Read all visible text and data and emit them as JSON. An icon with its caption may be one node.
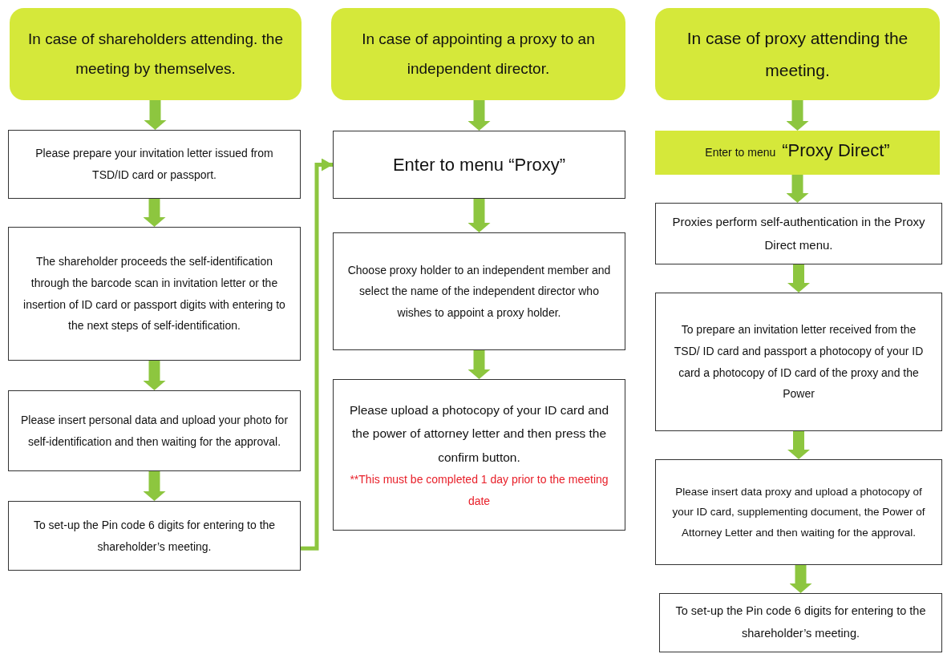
{
  "diagram": {
    "nodes": [
      {
        "text": [
          "In case of shareholders attending. the meeting by themselves."
        ]
      },
      {
        "text": [
          "Please prepare your invitation letter issued from TSD/ID card or passport."
        ]
      },
      {
        "text": [
          "The shareholder proceeds the self-identification through the barcode scan in invitation letter or the insertion of ID card or passport digits with entering to the next steps of self-identification."
        ]
      },
      {
        "text": [
          "Please insert personal data and upload your photo for self-identification and then waiting for the approval."
        ]
      },
      {
        "text": [
          "To set-up the Pin code 6 digits for entering to the shareholder’s meeting."
        ]
      },
      {
        "text": [
          "In case of appointing a proxy to an independent director."
        ]
      },
      {
        "text": [
          "Enter to menu “Proxy”"
        ]
      },
      {
        "text": [
          "Choose proxy holder to an independent member and select the name of the independent director who wishes to appoint a proxy holder."
        ]
      },
      {
        "text": [
          "Please upload a photocopy of your ID card and the power of attorney letter and then press the confirm button.",
          "**This must be completed 1 day prior to the meeting date"
        ]
      },
      {
        "text": [
          "In case of proxy attending the meeting."
        ]
      },
      {
        "text": [
          "Enter to menu",
          "“Proxy Direct”"
        ]
      },
      {
        "text": [
          "Proxies perform self-authentication in the Proxy Direct menu."
        ]
      },
      {
        "text": [
          "To prepare an invitation letter received from the TSD/ ID card and passport a photocopy of your ID card a photocopy of ID card of the proxy and the Power"
        ]
      },
      {
        "text": [
          "Please insert data proxy and upload a photocopy of your ID card, supplementing document, the Power of Attorney Letter and then waiting for the approval."
        ]
      },
      {
        "text": [
          "To set-up the Pin code 6 digits for entering to the shareholder’s meeting."
        ]
      }
    ],
    "edges": [
      {
        "from": 0,
        "to": 1,
        "arrow": "to"
      },
      {
        "from": 1,
        "to": 2,
        "arrow": "to"
      },
      {
        "from": 2,
        "to": 3,
        "arrow": "to"
      },
      {
        "from": 3,
        "to": 4,
        "arrow": "to"
      },
      {
        "from": 4,
        "to": 6,
        "arrow": "to"
      },
      {
        "from": 5,
        "to": 6,
        "arrow": "to"
      },
      {
        "from": 6,
        "to": 7,
        "arrow": "to"
      },
      {
        "from": 7,
        "to": 8,
        "arrow": "to"
      },
      {
        "from": 9,
        "to": 10,
        "arrow": "to"
      },
      {
        "from": 10,
        "to": 11,
        "arrow": "to"
      },
      {
        "from": 11,
        "to": 12,
        "arrow": "to"
      },
      {
        "from": 12,
        "to": 13,
        "arrow": "to"
      },
      {
        "from": 13,
        "to": 14,
        "arrow": "to"
      }
    ]
  }
}
